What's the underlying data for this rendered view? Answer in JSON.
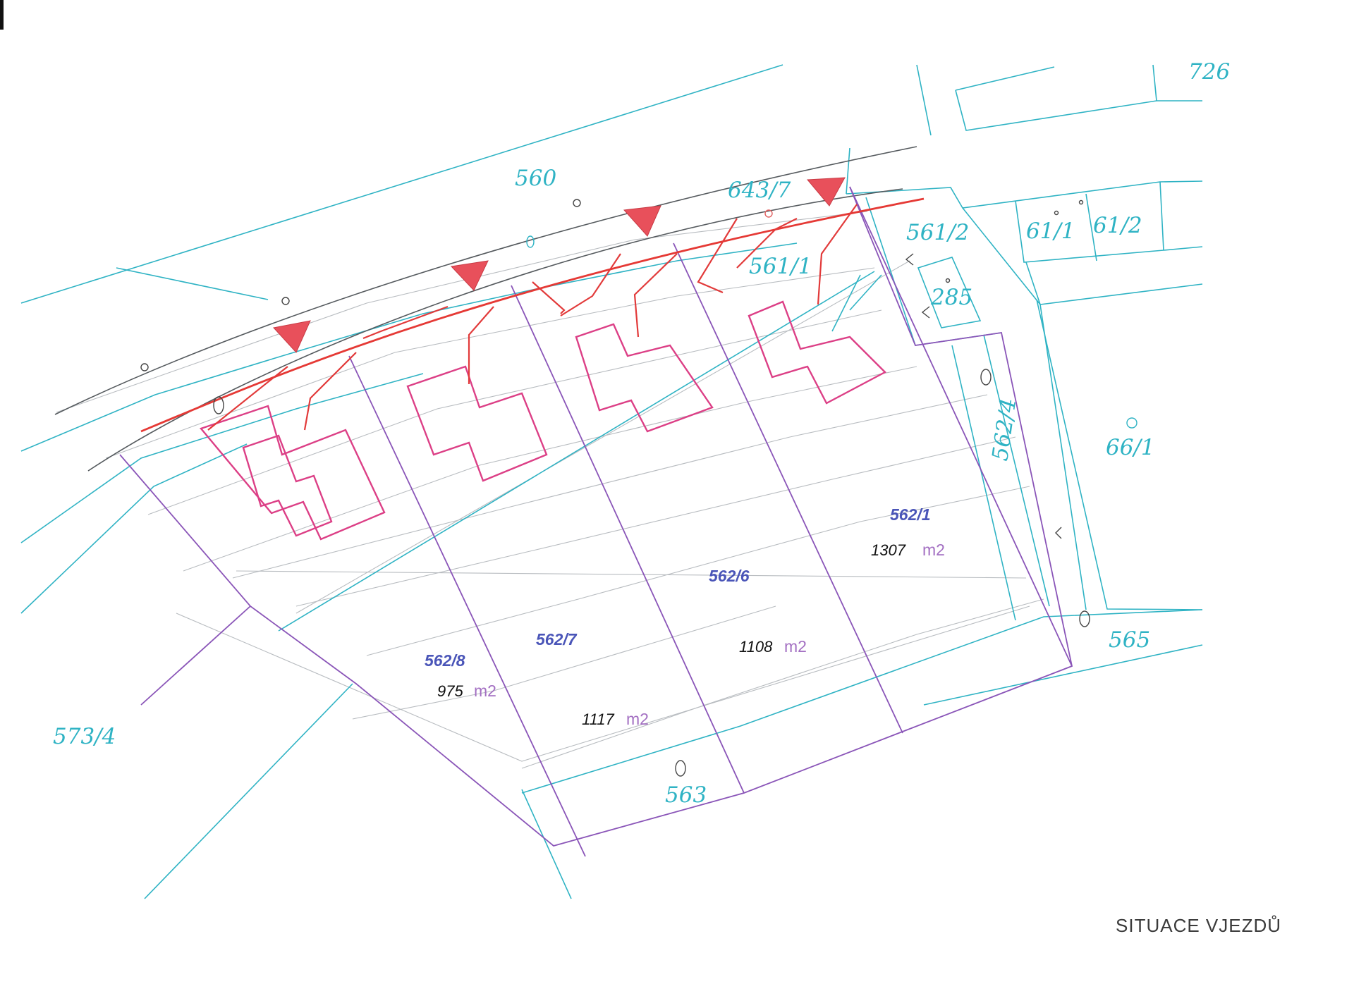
{
  "title": "SITUACE VJEZDŮ",
  "parcel_labels": [
    "560",
    "643/7",
    "726",
    "561/2",
    "61/1",
    "61/2",
    "561/1",
    "285",
    "562/4",
    "66/1",
    "565",
    "563",
    "573/4"
  ],
  "lots": [
    {
      "parcel": "562/8",
      "area": "975",
      "unit": "m2"
    },
    {
      "parcel": "562/7",
      "area": "1117",
      "unit": "m2"
    },
    {
      "parcel": "562/6",
      "area": "1108",
      "unit": "m2"
    },
    {
      "parcel": "562/1",
      "area": "1307",
      "unit": "m2"
    }
  ],
  "entrances_count": 4,
  "colors": {
    "cadastral": "#2fb3c4",
    "lot_boundary": "#8a55b8",
    "house_outline": "#dc3f86",
    "utility_line": "#e53935",
    "entrance_marker": "#e8505b",
    "lot_label": "#4a55b8"
  }
}
